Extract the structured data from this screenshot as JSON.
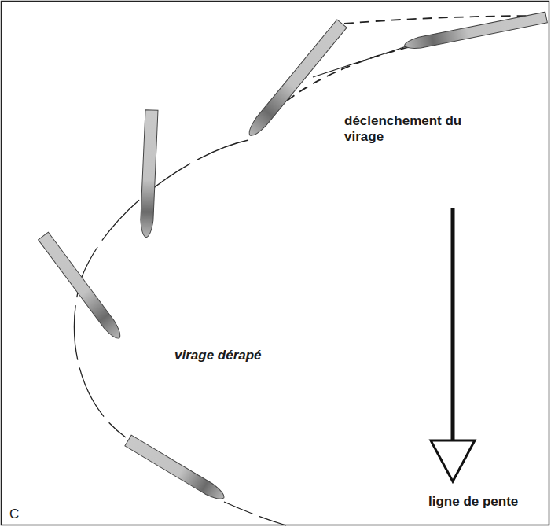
{
  "diagram": {
    "labels": [
      "déclenchement du virage",
      "virage dérapé",
      "ligne de pente",
      "C"
    ]
  }
}
